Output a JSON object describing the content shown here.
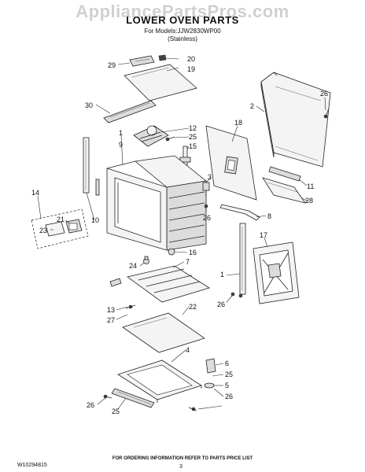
{
  "watermark": "AppliancePartsPros.com",
  "title": "LOWER OVEN PARTS",
  "subtitle_line1": "For Models:JJW2830WP00",
  "subtitle_line2": "(Stainless)",
  "footer_info": "FOR ORDERING INFORMATION REFER TO PARTS PRICE LIST",
  "doc_code": "W10294815",
  "page_number": "3",
  "part_labels": {
    "p29": "29",
    "p20": "20",
    "p19": "19",
    "p30": "30",
    "p12": "12",
    "p25a": "25",
    "p15": "15",
    "p1a": "1",
    "p9": "9",
    "p18": "18",
    "p2": "2",
    "p26a": "26",
    "p11": "11",
    "p28": "28",
    "p3": "3",
    "p26b": "26",
    "p8": "8",
    "p14": "14",
    "p21": "21",
    "p23": "23",
    "p10": "10",
    "p17": "17",
    "p24": "24",
    "p16": "16",
    "p7": "7",
    "p1b": "1",
    "p26c": "26",
    "p13": "13",
    "p27": "27",
    "p22": "22",
    "p4": "4",
    "p6": "6",
    "p25b": "25",
    "p5": "5",
    "p26d": "26",
    "p26e": "26",
    "p25c": "25"
  }
}
